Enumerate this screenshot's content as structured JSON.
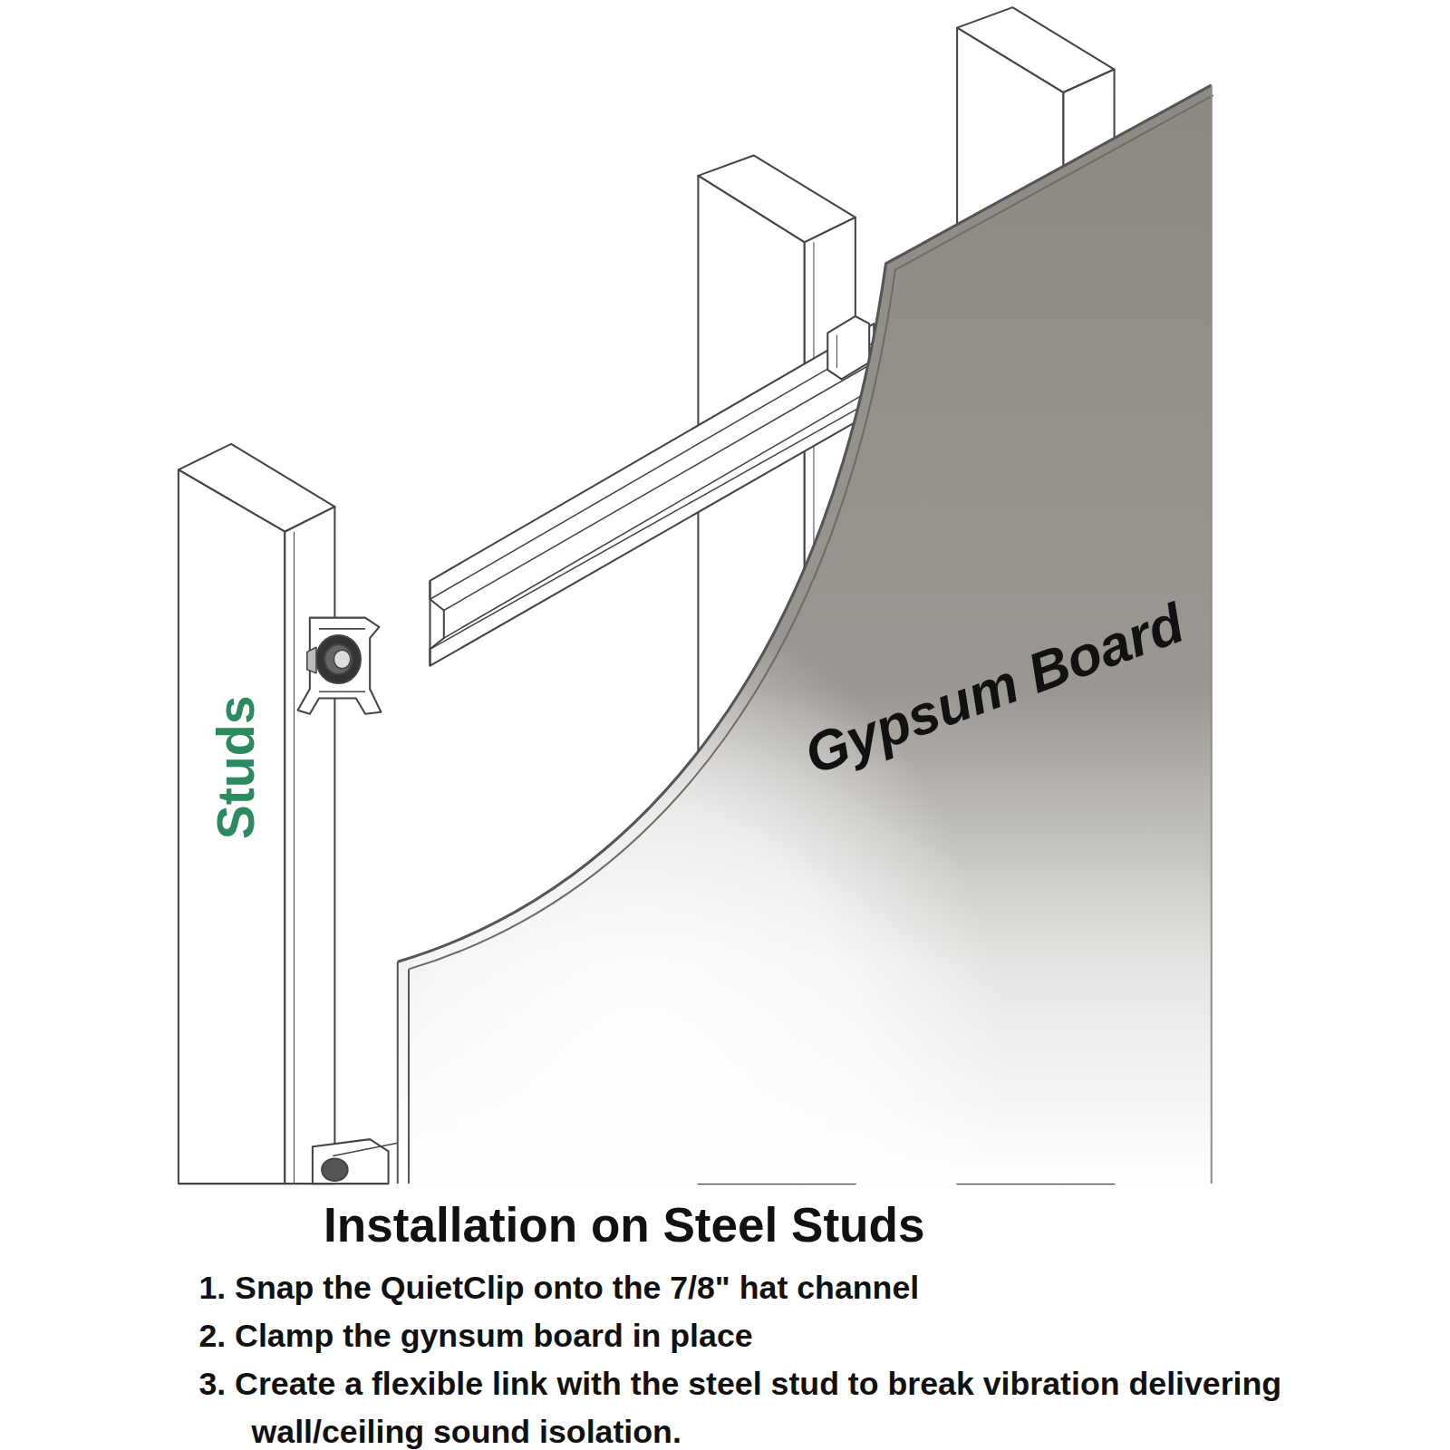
{
  "diagram": {
    "title": "Installation on Steel Studs",
    "nodes": [
      {
        "text": [
          "Gypsum Board"
        ]
      }
    ],
    "labels": [
      "Studs",
      "1. Snap the QuietClip onto the 7/8\" hat channel",
      "2. Clamp the gynsum board in place",
      "3. Create a flexible link with the steel stud to break vibration delivering wall/ceiling sound isolation."
    ]
  }
}
